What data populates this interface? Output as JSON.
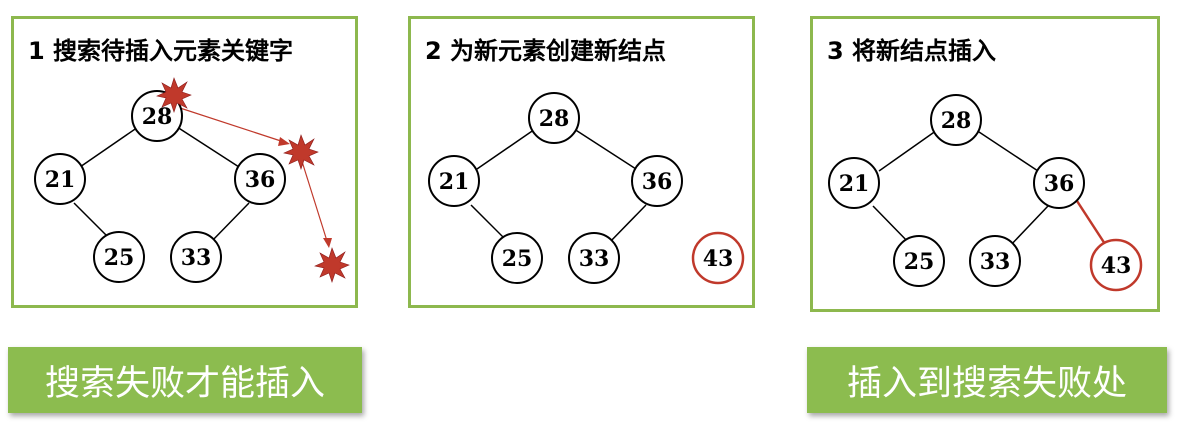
{
  "panels": [
    {
      "title": "1 搜索待插入元素关键字",
      "nodes": [
        {
          "id": "n28",
          "label": "28"
        },
        {
          "id": "n21",
          "label": "21"
        },
        {
          "id": "n36",
          "label": "36"
        },
        {
          "id": "n25",
          "label": "25"
        },
        {
          "id": "n33",
          "label": "33"
        }
      ]
    },
    {
      "title": "2 为新元素创建新结点",
      "nodes": [
        {
          "id": "n28",
          "label": "28"
        },
        {
          "id": "n21",
          "label": "21"
        },
        {
          "id": "n36",
          "label": "36"
        },
        {
          "id": "n25",
          "label": "25"
        },
        {
          "id": "n33",
          "label": "33"
        },
        {
          "id": "n43",
          "label": "43"
        }
      ]
    },
    {
      "title": "3 将新结点插入",
      "nodes": [
        {
          "id": "n28",
          "label": "28"
        },
        {
          "id": "n21",
          "label": "21"
        },
        {
          "id": "n36",
          "label": "36"
        },
        {
          "id": "n25",
          "label": "25"
        },
        {
          "id": "n33",
          "label": "33"
        },
        {
          "id": "n43",
          "label": "43"
        }
      ]
    }
  ],
  "banners": {
    "left": "搜索失败才能插入",
    "right": "插入到搜索失败处"
  },
  "colors": {
    "panel_border": "#8db84e",
    "banner_bg": "#8cbc4f",
    "new_node": "#c0392b",
    "search_marker": "#c0392b"
  }
}
